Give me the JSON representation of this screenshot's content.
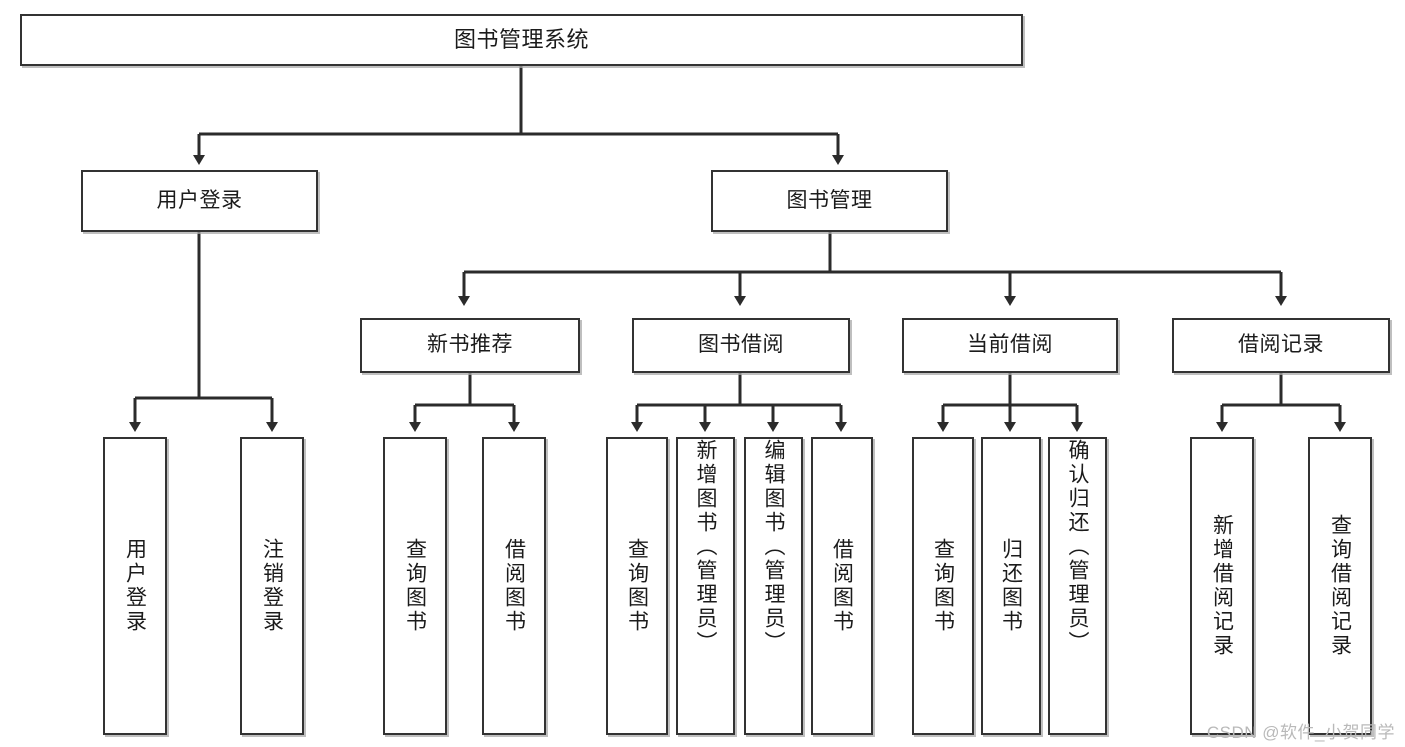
{
  "diagram": {
    "type": "tree-hierarchy",
    "title": "图书管理系统",
    "root": {
      "label": "图书管理系统"
    },
    "level2": [
      {
        "id": "user-login",
        "label": "用户登录"
      },
      {
        "id": "book-management",
        "label": "图书管理"
      }
    ],
    "level3": [
      {
        "id": "new-book-recommend",
        "label": "新书推荐"
      },
      {
        "id": "book-borrow",
        "label": "图书借阅"
      },
      {
        "id": "current-borrow",
        "label": "当前借阅"
      },
      {
        "id": "borrow-record",
        "label": "借阅记录"
      }
    ],
    "leaves": {
      "user_login": [
        {
          "id": "leaf-user-login",
          "label": "用户登录"
        },
        {
          "id": "leaf-logout-login",
          "label": "注销登录"
        }
      ],
      "new_book_recommend": [
        {
          "id": "leaf-query-book-1",
          "label": "查询图书"
        },
        {
          "id": "leaf-borrow-book-1",
          "label": "借阅图书"
        }
      ],
      "book_borrow": [
        {
          "id": "leaf-query-book-2",
          "label": "查询图书"
        },
        {
          "id": "leaf-add-book",
          "label": "新增图书（管理员）"
        },
        {
          "id": "leaf-edit-book",
          "label": "编辑图书（管理员）"
        },
        {
          "id": "leaf-borrow-book-2",
          "label": "借阅图书"
        }
      ],
      "current_borrow": [
        {
          "id": "leaf-query-book-3",
          "label": "查询图书"
        },
        {
          "id": "leaf-return-book",
          "label": "归还图书"
        },
        {
          "id": "leaf-confirm-return",
          "label": "确认归还（管理员）"
        }
      ],
      "borrow_record": [
        {
          "id": "leaf-add-record",
          "label": "新增借阅记录"
        },
        {
          "id": "leaf-query-record",
          "label": "查询借阅记录"
        }
      ]
    },
    "colors": {
      "box_border": "#333333",
      "box_fill": "#ffffff",
      "connector": "#2b2b2b",
      "text": "#1b1b1b",
      "watermark": "#b9b9b9",
      "background": "#ffffff"
    }
  },
  "watermark": {
    "text": "CSDN @软件_小贺同学"
  }
}
